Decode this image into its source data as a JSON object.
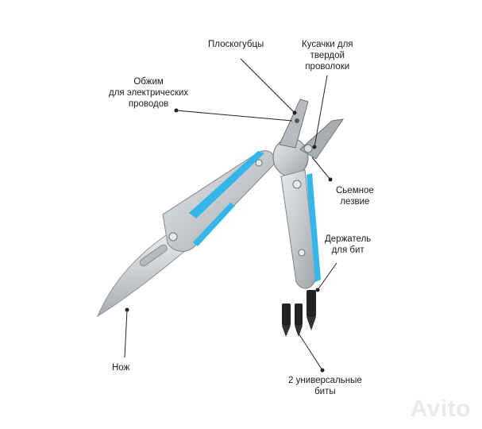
{
  "labels": {
    "pliers": {
      "lines": [
        "Плоскогубцы"
      ]
    },
    "wire_cutters": {
      "lines": [
        "Кусачки для",
        "твердой",
        "проволоки"
      ]
    },
    "crimper": {
      "lines": [
        "Обжим",
        "для электрических",
        "проводов"
      ]
    },
    "removable_blade": {
      "lines": [
        "Сьемное",
        "лезвие"
      ]
    },
    "bit_holder": {
      "lines": [
        "Держатель",
        "для бит"
      ]
    },
    "knife": {
      "lines": [
        "Нож"
      ]
    },
    "bits": {
      "lines": [
        "2 универсальные",
        "биты"
      ]
    }
  },
  "watermark": "Avito",
  "colors": {
    "steel": "#c9ccd0",
    "steel_dark": "#8e9399",
    "accent_blue": "#35b6ea",
    "text": "#1a1a1a",
    "leader": "#222222"
  }
}
